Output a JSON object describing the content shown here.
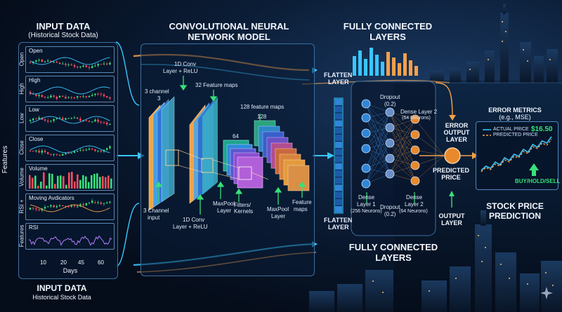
{
  "input_panel": {
    "title": "INPUT DATA",
    "subtitle": "(Historical Stock Data)",
    "side_label": "Features",
    "charts": [
      {
        "label": "Open",
        "axis": "Open"
      },
      {
        "label": "High",
        "axis": "High"
      },
      {
        "label": "Low",
        "axis": "Low"
      },
      {
        "label": "Close",
        "axis": "Close"
      },
      {
        "label": "Volume",
        "axis": "Volume"
      },
      {
        "label": "Moving Avdicators",
        "axis": "RSI +"
      },
      {
        "label": "RSI",
        "axis": "Features"
      }
    ],
    "x_ticks": [
      "10",
      "20",
      "45",
      "60"
    ],
    "x_label": "Days",
    "bottom_title": "INPUT DATA",
    "bottom_subtitle": "Historical Stock Data"
  },
  "cnn": {
    "title_line1": "CONVOLUTIONAL NEURAL",
    "title_line2": "NETWORK MODEL",
    "conv_label_top_1": "1D Conv",
    "conv_label_top_2": "Layer + ReLU",
    "channel_label_1": "3 channel",
    "channel_label_2": "3",
    "feature_maps_32": "32 Feature maps",
    "feature_maps_128": "128 feature maps",
    "num_128": "128",
    "num_64": "64",
    "input_label_1": "3 Channel",
    "input_label_2": "input",
    "conv_label_bottom_1": "1D Conv",
    "conv_label_bottom_2": "Layer + ReLU",
    "maxpool_1_a": "MaxPool",
    "maxpool_1_b": "Layer",
    "filters_a": "Filters/",
    "filters_b": "Kernels",
    "maxpool_2_a": "MaxPool",
    "maxpool_2_b": "Layer",
    "feature_a": "Feature",
    "feature_b": "maps"
  },
  "fc": {
    "title_line1": "FULLY CONNECTED",
    "title_line2": "LAYERS",
    "flatten_top_1": "FLATTEN",
    "flatten_top_2": "LAYER",
    "flatten_bottom_1": "FLATTEN",
    "flatten_bottom_2": "LAYER",
    "dropout_top_1": "Dropout",
    "dropout_top_2": "(0.2)",
    "dense2_top_1": "Dense Layer 2",
    "dense2_top_2": "(64 Neurons)",
    "dense1_bottom_1": "Dense",
    "dense1_bottom_2": "Layer 1",
    "dense1_bottom_3": "(256 Neurons)",
    "dropout_bottom_1": "Dropout",
    "dropout_bottom_2": "(0.2)",
    "dense2_bottom_1": "Dense",
    "dense2_bottom_2": "Layer 2",
    "dense2_bottom_3": "(64 Neurons)",
    "bottom_title_1": "FULLY CONNECTED",
    "bottom_title_2": "LAYERS"
  },
  "output": {
    "error_output_1": "ERROR",
    "error_output_2": "OUTPUT",
    "error_output_3": "LAYER",
    "predicted_1": "PREDICTED",
    "predicted_2": "PRICE",
    "output_layer_1": "OUTPUT",
    "output_layer_2": "LAYER",
    "metrics_1": "ERROR METRICS",
    "metrics_2": "(e.g., MSE)",
    "legend_actual": "ACTUAL PRICE",
    "legend_predicted": "PREDICTED PRICE",
    "price": "$16.50",
    "signal": "BUY/HOLD/SELL",
    "prediction_1": "STOCK PRICE",
    "prediction_2": "PREDICTION"
  },
  "colors": {
    "orange": "#f5a04a",
    "cyan": "#39c6ff",
    "green": "#38e07a",
    "neuron_blue": "#2f86d8",
    "neuron_orange": "#e8892d"
  }
}
